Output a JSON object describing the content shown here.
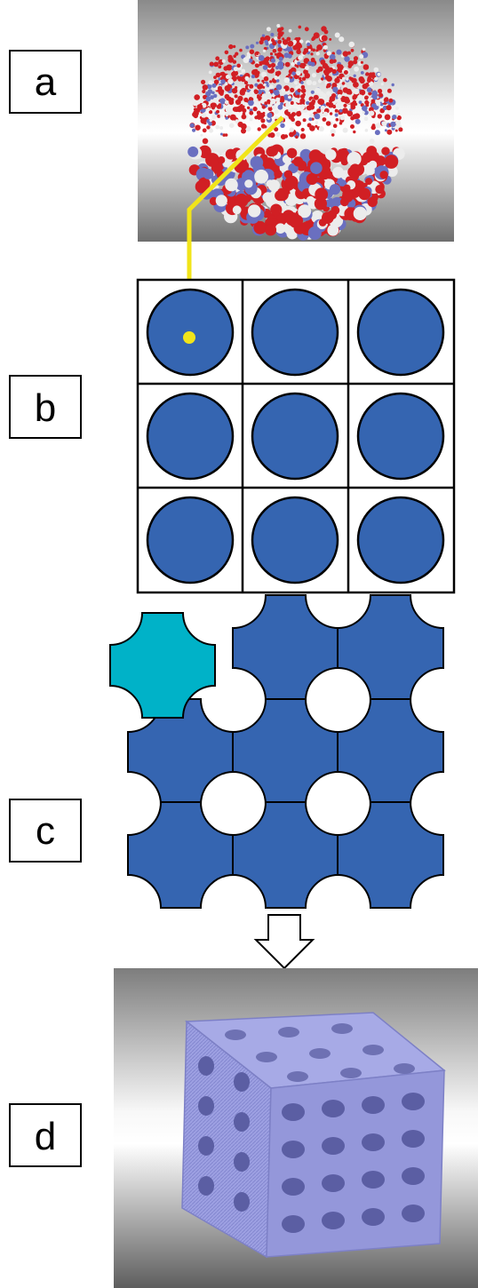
{
  "panels": {
    "a": {
      "label": "a"
    },
    "b": {
      "label": "b"
    },
    "c": {
      "label": "c"
    },
    "d": {
      "label": "d"
    }
  },
  "grid": {
    "rows": 3,
    "cols": 3
  },
  "colors": {
    "sphere_fill": "#3565b1",
    "shaped_unit": "#00b2c8",
    "connector": "#f1e41a",
    "atom_red": "#d11f24",
    "atom_blue": "#6a6fc0",
    "atom_white": "#ececec",
    "solid_block": "#9b9de0",
    "outline": "#000000",
    "arrow_fill": "#ffffff"
  },
  "icons": {
    "arrow_b_to_c": "down-arrow-icon",
    "arrow_c_to_d": "down-arrow-icon"
  }
}
